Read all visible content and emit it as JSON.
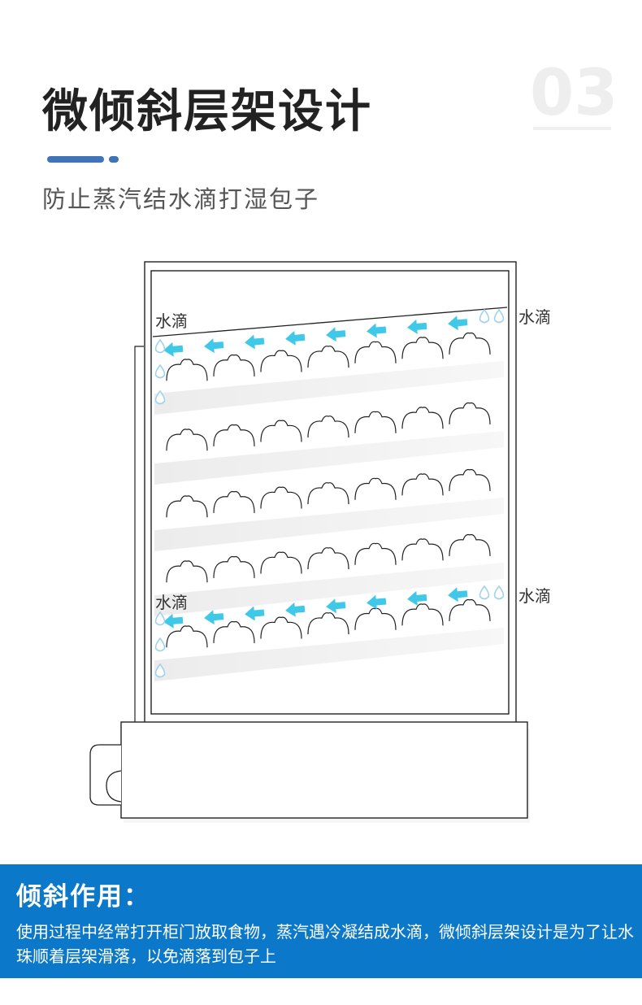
{
  "header": {
    "title": "微倾斜层架设计",
    "number": "03",
    "subtitle": "防止蒸汽结水滴打湿包子"
  },
  "diagram": {
    "label_top_left": "水滴",
    "label_top_right": "水滴",
    "label_bottom_left": "水滴",
    "label_bottom_right": "水滴",
    "arrow_color": "#3fc8e8",
    "drop_color": "#9fd3ec",
    "shelf_count": 5,
    "buns_per_shelf": 7
  },
  "panel": {
    "title": "倾斜作用：",
    "text": "使用过程中经常打开柜门放取食物，蒸汽遇冷凝结成水滴，微倾斜层架设计是为了让水珠顺着层架滑落，以免滴落到包子上",
    "background": "#0b78c9"
  }
}
